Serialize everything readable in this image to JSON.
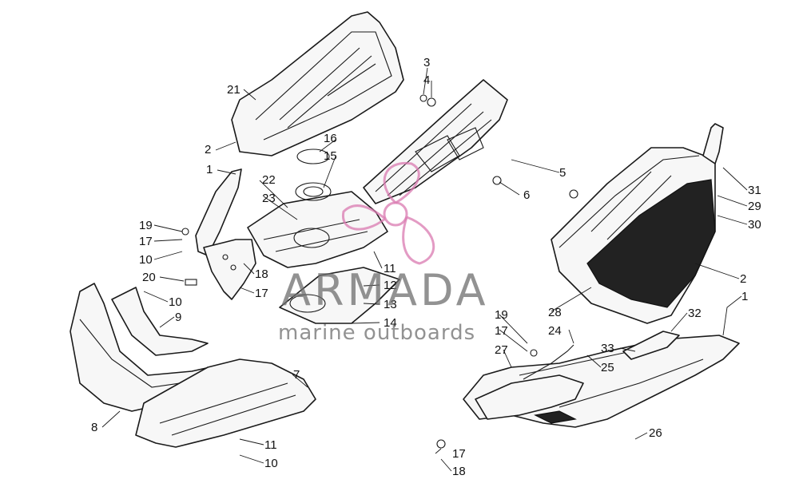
{
  "watermark": {
    "brand": "ARMADA",
    "tagline": "marine outboards",
    "logo_color": "#d97ab0"
  },
  "callouts": [
    {
      "id": "c21a",
      "label": "21"
    },
    {
      "id": "c3",
      "label": "3"
    },
    {
      "id": "c4",
      "label": "4"
    },
    {
      "id": "c2a",
      "label": "2"
    },
    {
      "id": "c16",
      "label": "16"
    },
    {
      "id": "c15",
      "label": "15"
    },
    {
      "id": "c1a",
      "label": "1"
    },
    {
      "id": "c22",
      "label": "22"
    },
    {
      "id": "c23",
      "label": "23"
    },
    {
      "id": "c5",
      "label": "5"
    },
    {
      "id": "c6",
      "label": "6"
    },
    {
      "id": "c31",
      "label": "31"
    },
    {
      "id": "c29",
      "label": "29"
    },
    {
      "id": "c30",
      "label": "30"
    },
    {
      "id": "c19a",
      "label": "19"
    },
    {
      "id": "c17a",
      "label": "17"
    },
    {
      "id": "c10a",
      "label": "10"
    },
    {
      "id": "c20",
      "label": "20"
    },
    {
      "id": "c18a",
      "label": "18"
    },
    {
      "id": "c17b",
      "label": "17"
    },
    {
      "id": "c11a",
      "label": "11"
    },
    {
      "id": "c12",
      "label": "12"
    },
    {
      "id": "c13",
      "label": "13"
    },
    {
      "id": "c14",
      "label": "14"
    },
    {
      "id": "c2b",
      "label": "2"
    },
    {
      "id": "c10b",
      "label": "10"
    },
    {
      "id": "c9",
      "label": "9"
    },
    {
      "id": "c28",
      "label": "28"
    },
    {
      "id": "c1b",
      "label": "1"
    },
    {
      "id": "c19b",
      "label": "19"
    },
    {
      "id": "c17c",
      "label": "17"
    },
    {
      "id": "c32",
      "label": "32"
    },
    {
      "id": "c24",
      "label": "24"
    },
    {
      "id": "c33",
      "label": "33"
    },
    {
      "id": "c27",
      "label": "27"
    },
    {
      "id": "c25",
      "label": "25"
    },
    {
      "id": "c7",
      "label": "7"
    },
    {
      "id": "c8",
      "label": "8"
    },
    {
      "id": "c26",
      "label": "26"
    },
    {
      "id": "c11b",
      "label": "11"
    },
    {
      "id": "c17d",
      "label": "17"
    },
    {
      "id": "c10c",
      "label": "10"
    },
    {
      "id": "c18b",
      "label": "18"
    }
  ]
}
